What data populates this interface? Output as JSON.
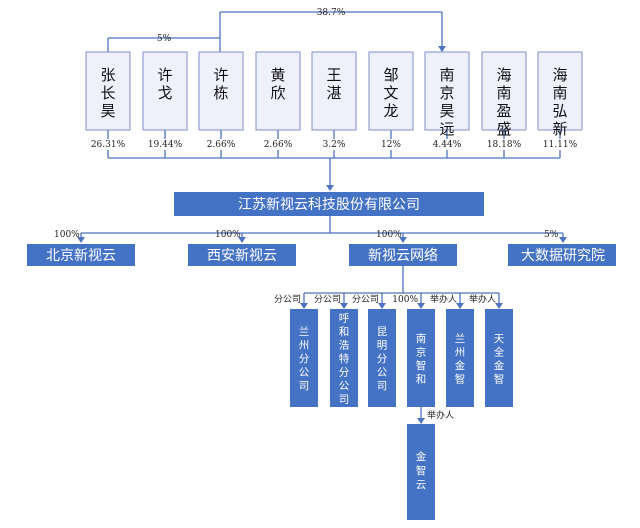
{
  "shareholders": [
    {
      "name": "张长昊",
      "pct": "26.31%"
    },
    {
      "name": "许戈",
      "pct": "19.44%"
    },
    {
      "name": "许栋",
      "pct": "2.66%"
    },
    {
      "name": "黄欣",
      "pct": "2.66%"
    },
    {
      "name": "王湛",
      "pct": "3.2%"
    },
    {
      "name": "邹文龙",
      "pct": "12%"
    },
    {
      "name": "南京昊远",
      "pct": "4.44%"
    },
    {
      "name": "海南盈盛",
      "pct": "18.18%"
    },
    {
      "name": "海南弘新",
      "pct": "11.11%"
    }
  ],
  "cross_links": {
    "top_label": "38.7%",
    "inner_label": "5%"
  },
  "company": {
    "name": "江苏新视云科技股份有限公司"
  },
  "subsidiaries": [
    {
      "name": "北京新视云",
      "pct": "100%"
    },
    {
      "name": "西安新视云",
      "pct": "100%"
    },
    {
      "name": "新视云网络",
      "pct": "100%"
    },
    {
      "name": "大数据研究院",
      "pct": "5%"
    }
  ],
  "branches": [
    {
      "name": "兰州分公司",
      "label": "分公司"
    },
    {
      "name": "呼和浩特分公司",
      "label": "分公司"
    },
    {
      "name": "昆明分公司",
      "label": "分公司"
    },
    {
      "name": "南京智和",
      "label": "100%"
    },
    {
      "name": "兰州金智",
      "label": "举办人"
    },
    {
      "name": "天全金智",
      "label": "举办人"
    }
  ],
  "sub_branch": {
    "name": "金智云",
    "label": "举办人"
  }
}
